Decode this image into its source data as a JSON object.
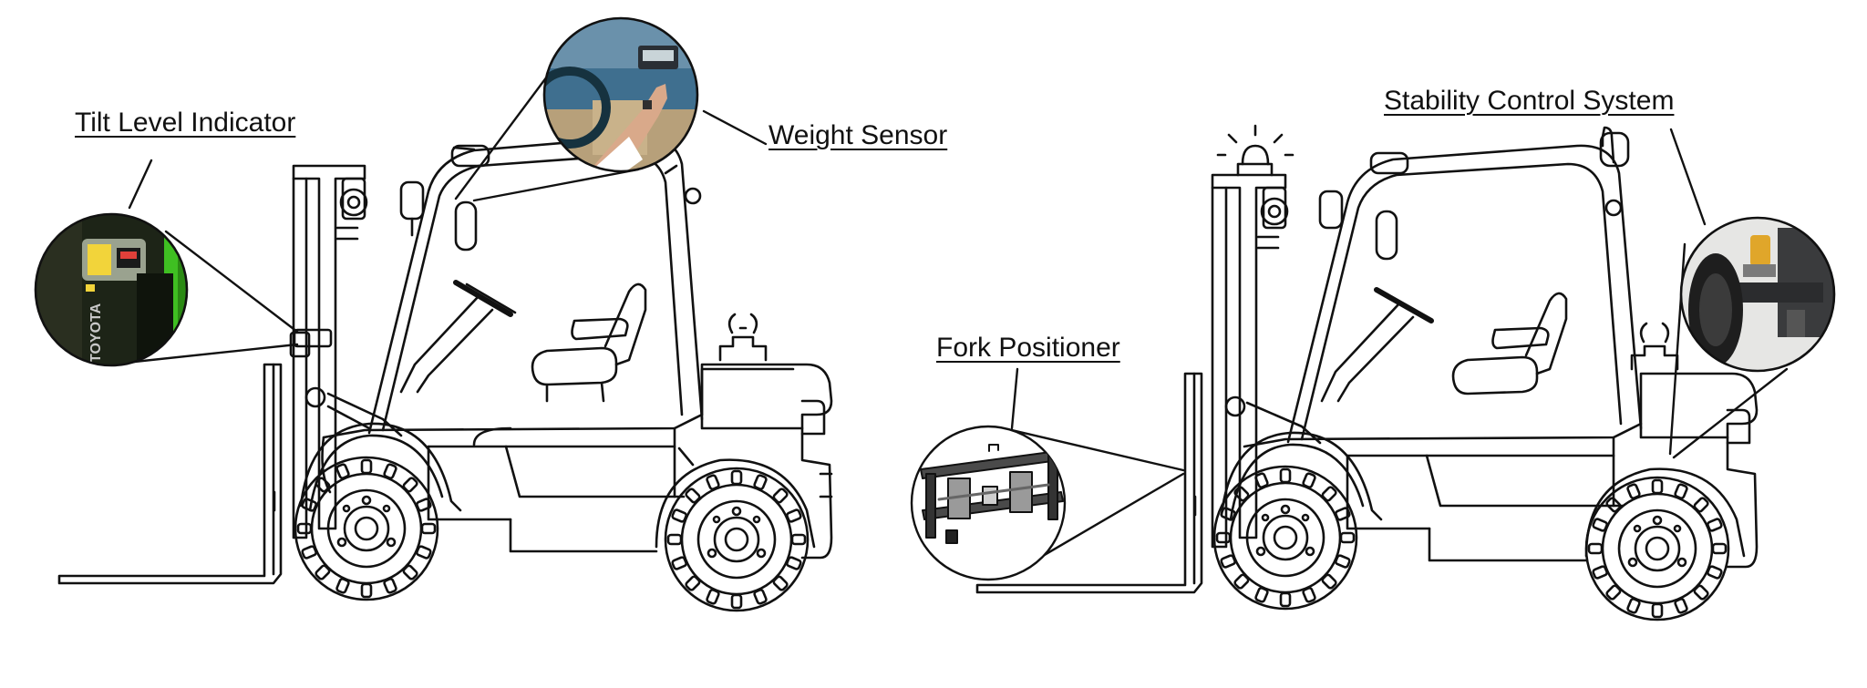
{
  "callouts": {
    "tilt_level_indicator": "Tilt Level Indicator",
    "weight_sensor": "Weight Sensor",
    "fork_positioner": "Fork Positioner",
    "stability_control_system": "Stability Control System"
  },
  "photo_insets": {
    "tilt_display_brand": "TOYOTA"
  },
  "colors": {
    "line": "#111111",
    "background": "#ffffff",
    "tilt_photo_bg": "#1d2417",
    "tilt_accent_green": "#3fbf22",
    "tilt_display_yellow": "#f2d43a",
    "warehouse_blue": "#3f6f8f",
    "skin": "#d9a98a",
    "stability_yellow": "#e0a62a"
  }
}
